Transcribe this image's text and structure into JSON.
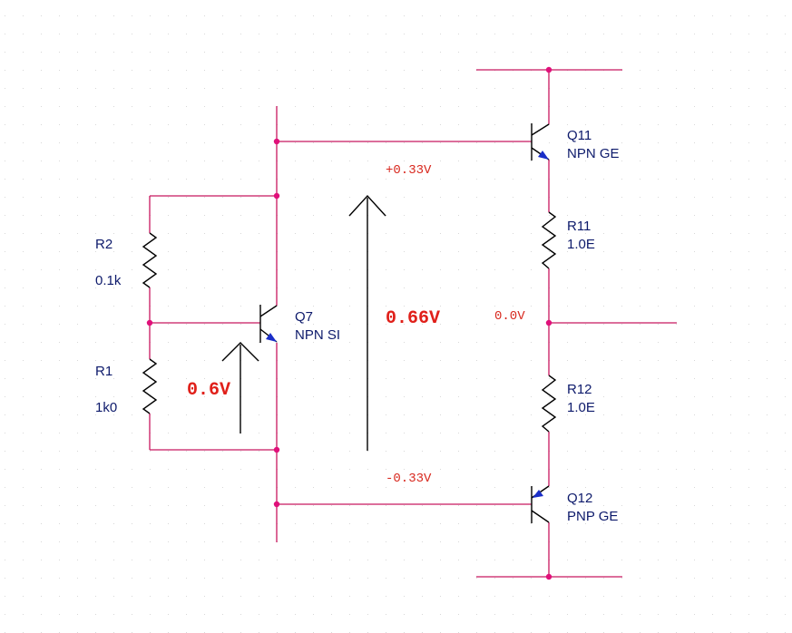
{
  "colors": {
    "wire": "#c8175f",
    "node": "#e0107a",
    "grid": "#d8d8d8",
    "device": "#000000",
    "emitter_arrow": "#1a2ec8",
    "label": "#0d1a6b",
    "voltage": "#d8291f"
  },
  "components": {
    "r2": {
      "ref": "R2",
      "value": "0.1k"
    },
    "r1": {
      "ref": "R1",
      "value": "1k0"
    },
    "q7": {
      "ref": "Q7",
      "type": "NPN SI"
    },
    "q11": {
      "ref": "Q11",
      "type": "NPN GE"
    },
    "q12": {
      "ref": "Q12",
      "type": "PNP GE"
    },
    "r11": {
      "ref": "R11",
      "value": "1.0E"
    },
    "r12": {
      "ref": "R12",
      "value": "1.0E"
    }
  },
  "voltages": {
    "q11_base": "+0.33V",
    "output": "0.0V",
    "q12_base": "-0.33V",
    "vbe_q7": "0.6V",
    "bias_total": "0.66V"
  }
}
